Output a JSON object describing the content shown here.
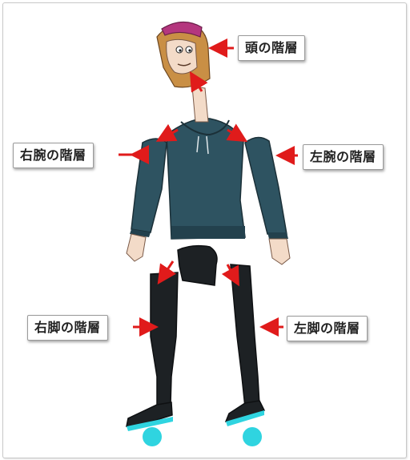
{
  "labels": {
    "head": "頭の階層",
    "right_arm": "右腕の階層",
    "left_arm": "左腕の階層",
    "right_leg": "右脚の階層",
    "left_leg": "左脚の階層"
  },
  "colors": {
    "arrow": "#e01b1b",
    "hoodie": "#2e5361",
    "hoodie_dark": "#23414d",
    "skin": "#f3dbc8",
    "hair": "#c98f45",
    "cap": "#b4367e",
    "pants": "#1d2124",
    "shoe_accent": "#2fd4e0"
  }
}
